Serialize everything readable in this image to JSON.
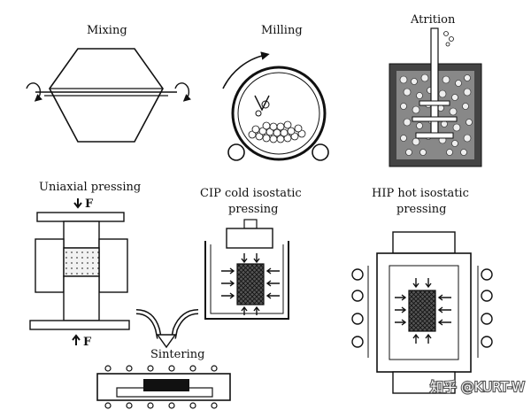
{
  "labels": {
    "mixing": "Mixing",
    "milling": "Milling",
    "atrition": "Atrition",
    "uniaxial": "Uniaxial pressing",
    "force_top": "F",
    "force_bottom": "F",
    "cip_line1": "CIP cold isostatic",
    "cip_line2": "pressing",
    "hip_line1": "HIP hot isostatic",
    "hip_line2": "pressing",
    "sintering": "Sintering"
  },
  "watermark": {
    "text": "知乎 @KURT-W"
  },
  "colors": {
    "ink": "#111111",
    "powder": "#b8b8b8",
    "container": "#d9d9d9",
    "heater_dark": "#222222"
  }
}
